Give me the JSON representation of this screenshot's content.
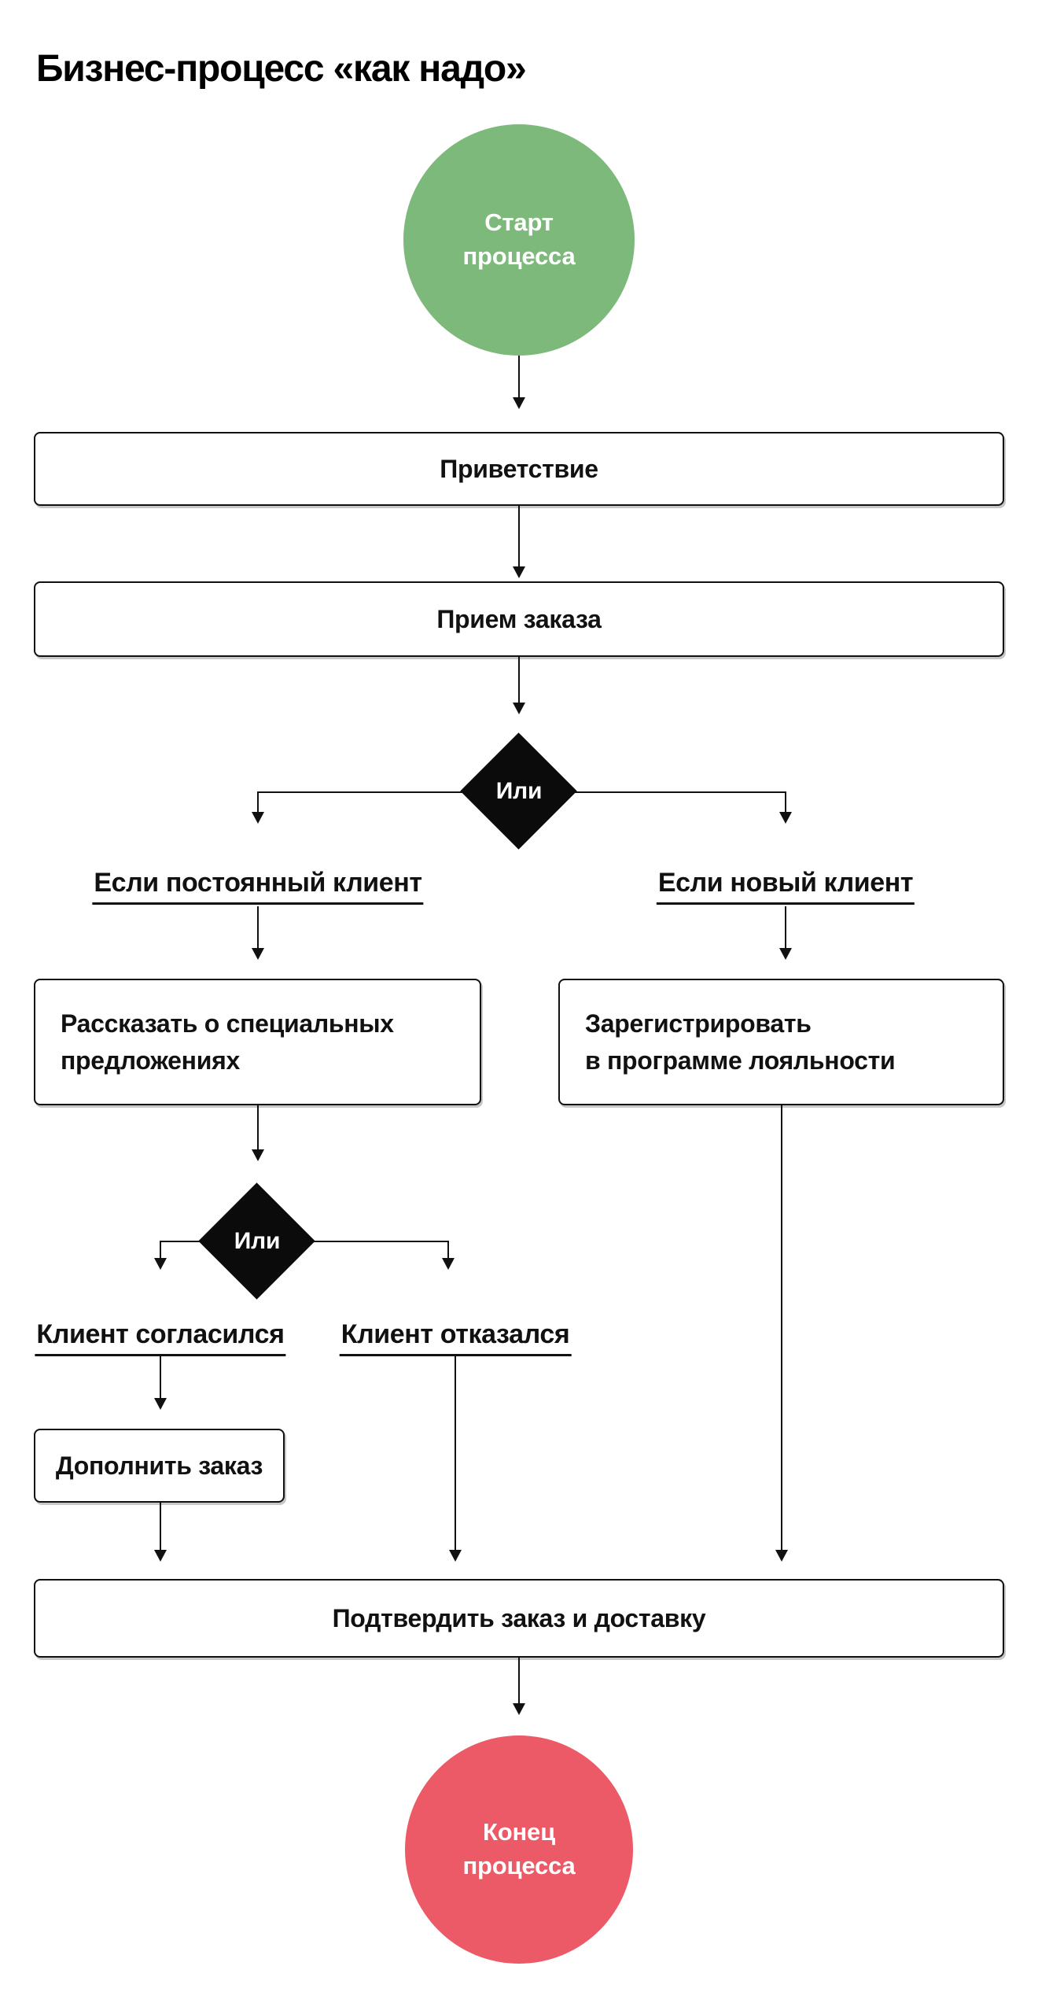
{
  "title": "Бизнес-процесс «как надо»",
  "colors": {
    "start_circle": "#7cb97a",
    "end_circle": "#ec5a67",
    "line": "#111111",
    "background": "#ffffff"
  },
  "diagram": {
    "start": {
      "line1": "Старт",
      "line2": "процесса"
    },
    "end": {
      "line1": "Конец",
      "line2": "процесса"
    },
    "decision1": {
      "label": "Или"
    },
    "decision2": {
      "label": "Или"
    },
    "steps": {
      "greeting": "Приветствие",
      "order": "Прием заказа",
      "offers": {
        "line1": "Рассказать о специальных",
        "line2": "предложениях"
      },
      "loyalty": {
        "line1": "Зарегистрировать",
        "line2": "в программе лояльности"
      },
      "addon": "Дополнить заказ",
      "confirm": "Подтвердить заказ и доставку"
    },
    "branches": {
      "regular": "Если постоянный клиент",
      "new_client": "Если новый клиент",
      "agreed": "Клиент согласился",
      "declined": "Клиент отказался"
    }
  }
}
